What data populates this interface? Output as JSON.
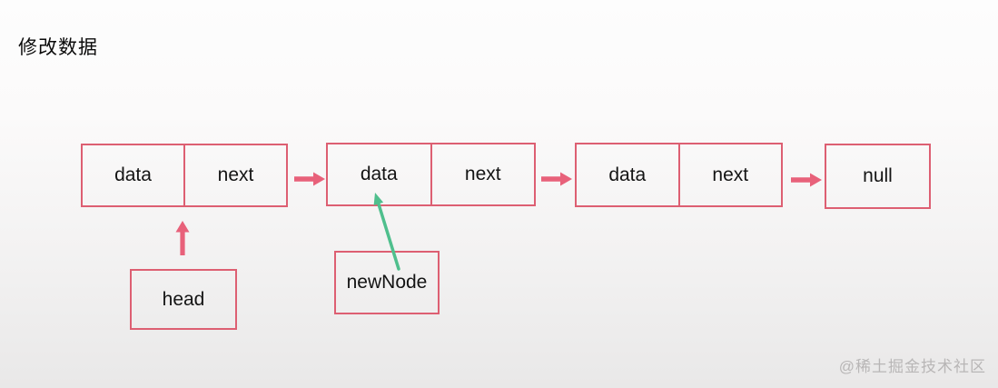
{
  "title": "修改数据",
  "watermark": "@稀土掘金技术社区",
  "colors": {
    "box_border": "#dd5f72",
    "arrow_pink": "#e8617a",
    "arrow_green": "#4fbf8d",
    "label_text": "#141414",
    "watermark_text": "#b8b6b6",
    "background_top": "#fdfdfd",
    "background_bottom": "#e9e8e8"
  },
  "list": {
    "nodes": [
      {
        "data": "data",
        "next": "next"
      },
      {
        "data": "data",
        "next": "next"
      },
      {
        "data": "data",
        "next": "next"
      }
    ],
    "tail": "null",
    "head": "head",
    "new_node": "newNode"
  }
}
